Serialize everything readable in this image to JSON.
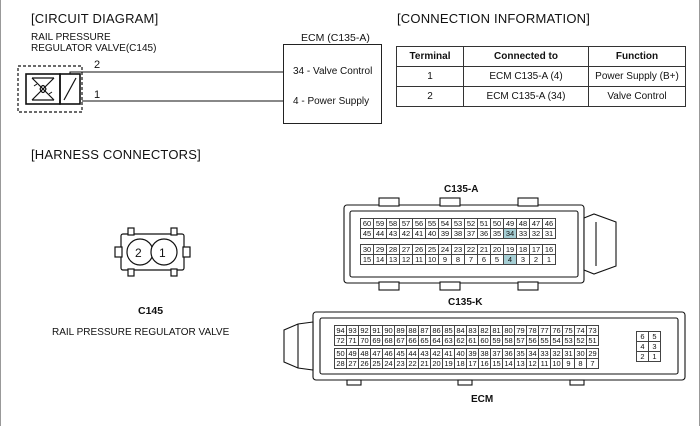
{
  "sections": {
    "circuit": "[CIRCUIT DIAGRAM]",
    "connection": "[CONNECTION INFORMATION]",
    "harness": "[HARNESS CONNECTORS]"
  },
  "circuit": {
    "component_line1": "RAIL PRESSURE",
    "component_line2": "REGULATOR VALVE(C145)",
    "ecm_title": "ECM (C135-A)",
    "wire_top_num": "2",
    "wire_bottom_num": "1",
    "ecm_pin_top": "34 - Valve Control",
    "ecm_pin_bottom": "4 - Power Supply"
  },
  "connection_table": {
    "headers": [
      "Terminal",
      "Connected to",
      "Function"
    ],
    "rows": [
      [
        "1",
        "ECM C135-A (4)",
        "Power Supply (B+)"
      ],
      [
        "2",
        "ECM C135-A (34)",
        "Valve Control"
      ]
    ]
  },
  "harness": {
    "c145_label": "C145",
    "c145_desc": "RAIL PRESSURE REGULATOR VALVE",
    "c145_pin_left": "2",
    "c145_pin_right": "1",
    "c135a_label": "C135-A",
    "c135k_label": "C135-K",
    "ecm_label": "ECM",
    "c135a_rows_top": [
      [
        "60",
        "59",
        "58",
        "57",
        "56",
        "55",
        "54",
        "53",
        "52",
        "51",
        "50",
        "49",
        "48",
        "47",
        "46"
      ],
      [
        "45",
        "44",
        "43",
        "42",
        "41",
        "40",
        "39",
        "38",
        "37",
        "36",
        "35",
        "34",
        "33",
        "32",
        "31"
      ]
    ],
    "c135a_rows_bottom": [
      [
        "30",
        "29",
        "28",
        "27",
        "26",
        "25",
        "24",
        "23",
        "22",
        "21",
        "20",
        "19",
        "18",
        "17",
        "16"
      ],
      [
        "15",
        "14",
        "13",
        "12",
        "11",
        "10",
        "9",
        "8",
        "7",
        "6",
        "5",
        "4",
        "3",
        "2",
        "1"
      ]
    ],
    "c135a_highlight": [
      "34",
      "4"
    ],
    "c135k_rows_top": [
      [
        "94",
        "93",
        "92",
        "91",
        "90",
        "89",
        "88",
        "87",
        "86",
        "85",
        "84",
        "83",
        "82",
        "81",
        "80",
        "79",
        "78",
        "77",
        "76",
        "75",
        "74",
        "73"
      ],
      [
        "72",
        "71",
        "70",
        "69",
        "68",
        "67",
        "66",
        "65",
        "64",
        "63",
        "62",
        "61",
        "60",
        "59",
        "58",
        "57",
        "56",
        "55",
        "54",
        "53",
        "52",
        "51"
      ]
    ],
    "c135k_rows_bottom": [
      [
        "50",
        "49",
        "48",
        "47",
        "46",
        "45",
        "44",
        "43",
        "42",
        "41",
        "40",
        "39",
        "38",
        "37",
        "36",
        "35",
        "34",
        "33",
        "32",
        "31",
        "30",
        "29"
      ],
      [
        "28",
        "27",
        "26",
        "25",
        "24",
        "23",
        "22",
        "21",
        "20",
        "19",
        "18",
        "17",
        "16",
        "15",
        "14",
        "13",
        "12",
        "11",
        "10",
        "9",
        "8",
        "7"
      ]
    ],
    "c135k_side": [
      [
        "6",
        "5"
      ],
      [
        "4",
        "3"
      ],
      [
        "2",
        "1"
      ]
    ]
  }
}
